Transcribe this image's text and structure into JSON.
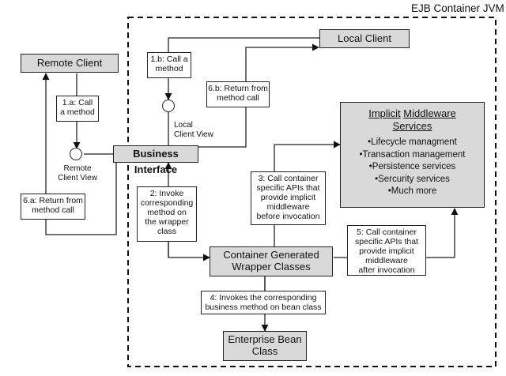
{
  "container": {
    "title": "EJB Container JVM"
  },
  "nodes": {
    "remote_client": "Remote Client",
    "local_client": "Local Client",
    "business_interface": "Business Interface",
    "wrapper": "Container Generated\nWrapper Classes",
    "bean": "Enterprise Bean\nClass",
    "middleware": {
      "title_word1": "Implicit",
      "title_word2": "Middleware",
      "title_word3": "Services",
      "items": [
        "Lifecycle managment",
        "Transaction management",
        "Persistence services",
        "Sercurity services",
        "Much more"
      ]
    }
  },
  "views": {
    "remote": "Remote\nClient View",
    "local": "Local\nClient View"
  },
  "steps": {
    "s1a": "1.a: Call\na method",
    "s1b": "1.b: Call a\nmethod",
    "s2": "2: Invoke\ncorresponding\nmethod on\nthe wrapper\nclass",
    "s3": "3: Call container\nspecific APIs that\nprovide implicit\nmiddleware\nbefore invocation",
    "s4": "4: Invokes the corresponding\nbusiness method on bean class",
    "s5": "5: Call container\nspecific APIs that\nprovide implicit\nmiddleware\nafter invocation",
    "s6a": "6.a: Return from\nmethod call",
    "s6b": "6.b: Return from\nmethod call"
  }
}
